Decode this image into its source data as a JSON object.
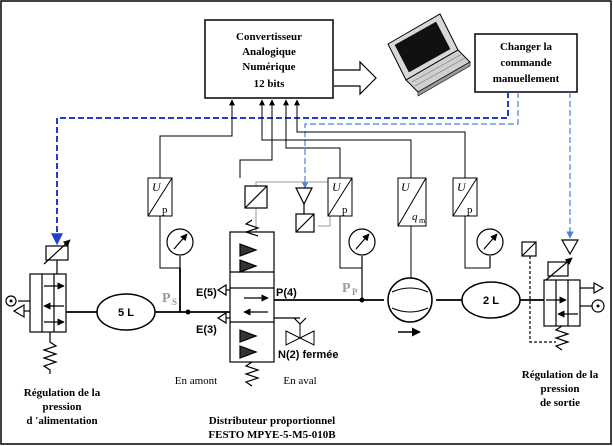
{
  "converter": {
    "line1": "Convertisseur",
    "line2": "Analogique",
    "line3": "Numérique",
    "line4": "12 bits"
  },
  "manual_command": {
    "line1": "Changer la",
    "line2": "commande",
    "line3": "manuellement"
  },
  "tanks": {
    "supply": "5 L",
    "outlet": "2 L"
  },
  "pressure_labels": {
    "ps_main": "P",
    "ps_sub": "S",
    "pp_main": "P",
    "pp_sub": "P"
  },
  "valve_ports": {
    "e5": "E(5)",
    "e3": "E(3)",
    "p4": "P(4)",
    "n2": "N(2) fermée"
  },
  "flow_sensor": {
    "q": "q",
    "sub": "m"
  },
  "transducer": {
    "u": "U",
    "p": "p"
  },
  "side_labels": {
    "upstream": "En amont",
    "downstream": "En aval"
  },
  "captions": {
    "left_l1": "Régulation de la",
    "left_l2": "pression",
    "left_l3": "d 'alimentation",
    "center_l1": "Distributeur proportionnel",
    "center_l2": "FESTO MPYE-5-M5-010B",
    "right_l1": "Régulation de la",
    "right_l2": "pression",
    "right_l3": "de sortie"
  },
  "colors": {
    "line": "#000000",
    "command": "#1f3fd0",
    "feedback": "#4f7fe0",
    "grey": "#999999"
  }
}
